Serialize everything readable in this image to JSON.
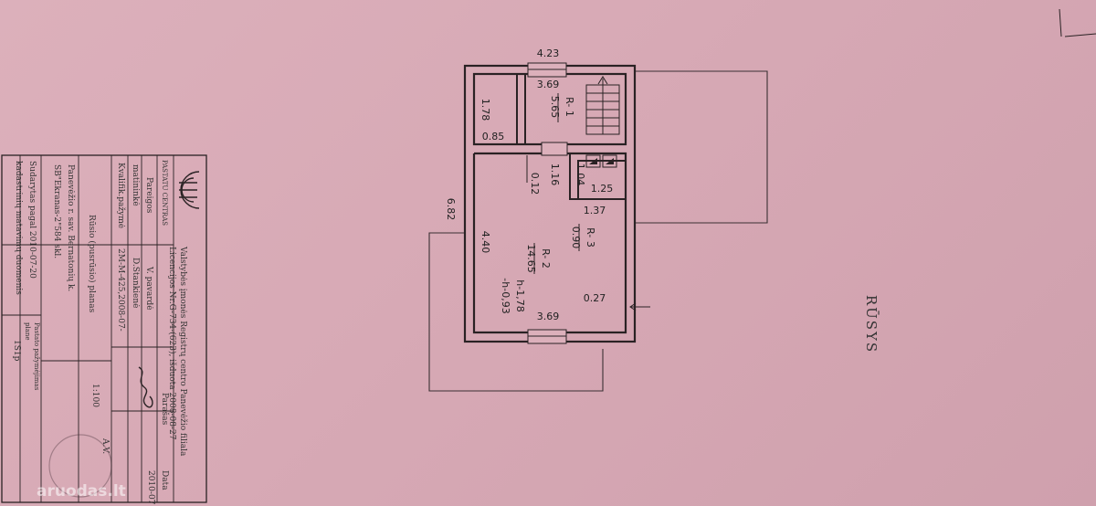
{
  "plan": {
    "dims": {
      "top_width": "4.23",
      "total_height": "6.82",
      "r1_inner_width": "3.69",
      "r1_left_height": "1.78",
      "r1_small": "0.85",
      "corridor_1": "1.16",
      "corridor_2": "0.12",
      "r3_height": "1.04",
      "r3_width": "1.25",
      "r2_step": "1.37",
      "r2_left_height": "4.40",
      "r2_bottom_width": "3.69",
      "r2_small": "0.27"
    },
    "rooms": {
      "r1_label": "R- 1",
      "r1_area": "5.65",
      "r2_label": "R- 2",
      "r2_area": "14.65",
      "r2_h1": "h-1,78",
      "r2_h2": "-h-0,93",
      "r3_label": "R- 3",
      "r3_area": "0.90"
    },
    "label_rusys": "RŪSYS"
  },
  "title_block": {
    "stamp": "PASTATU CENTRAS",
    "org_line1": "Valstybės įmonės Registrų centro Panevėžio filiala",
    "org_line2": "Licencijos Nr.G-734-(623), išduota 2008-08-27",
    "col_pareigos": "Pareigos",
    "col_vpavarde": "V. pavardė",
    "col_parasas": "Parašas",
    "col_data": "Data",
    "row1_role": "matininkė",
    "row1_name": "D.Stankienė",
    "row1_date": "2010-07",
    "row2_role": "Kvalifik.pažymė",
    "row2_value": "2M-M-425,2008-07-",
    "doc_title": "Rūsio (pusrūsio) planas",
    "address1": "Panevėžio r. sav. Bernatonių k.",
    "address2": "SB\"Ekranas-2\"584 skl.",
    "prepared": "Sudarytas pagal  2010-07-20",
    "prepared2": "kadastrinių matavimų duomenis",
    "scale": "1:100",
    "building_label": "Pastato pažymėjimas",
    "building_label2": "plane",
    "building_code": "1S1p",
    "av": "A.V."
  },
  "watermark": "aruodas.lt"
}
